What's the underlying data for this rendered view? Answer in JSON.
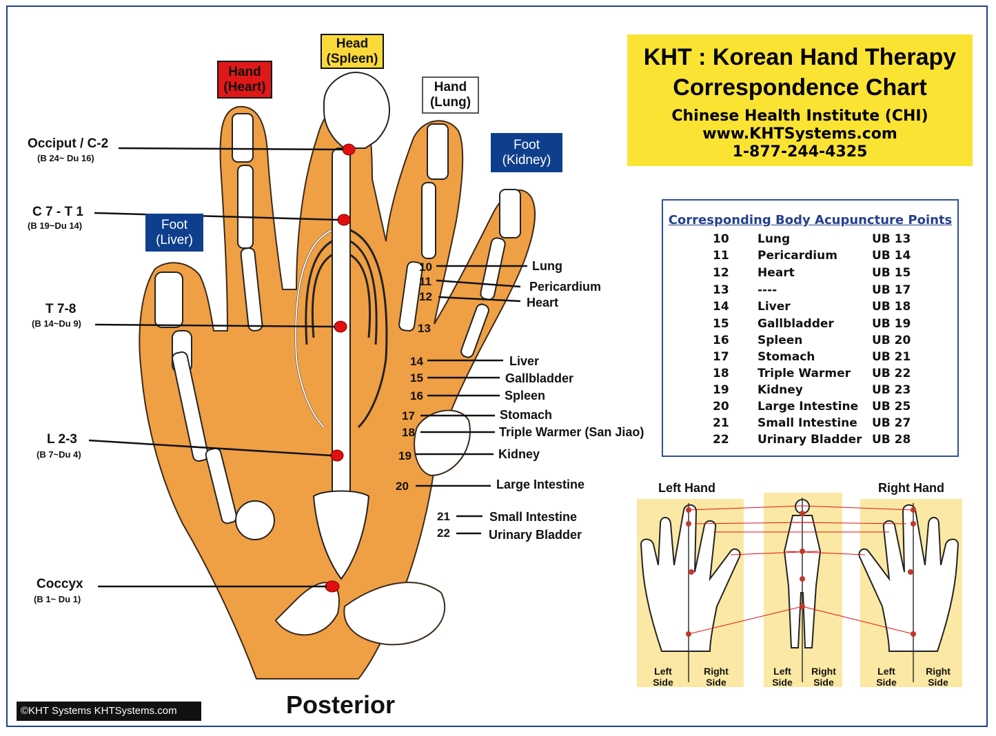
{
  "title": {
    "line1": "KHT : Korean Hand Therapy",
    "line2": "Correspondence Chart",
    "institute": "Chinese Health Institute (CHI)",
    "website": "www.KHTSystems.com",
    "phone": "1-877-244-4325"
  },
  "finger_boxes": {
    "head": [
      "Head",
      "(Spleen)"
    ],
    "hand_heart": [
      "Hand",
      "(Heart)"
    ],
    "hand_lung": [
      "Hand",
      "(Lung)"
    ],
    "foot_kidney": [
      "Foot",
      "(Kidney)"
    ],
    "foot_liver": [
      "Foot",
      "(Liver)"
    ]
  },
  "spine_points": [
    {
      "name": "Occiput / C-2",
      "sub": "(B 24~ Du 16)"
    },
    {
      "name": "C 7 - T 1",
      "sub": "(B 19~Du 14)"
    },
    {
      "name": "T 7-8",
      "sub": "(B 14~Du 9)"
    },
    {
      "name": "L 2-3",
      "sub": "(B 7~Du 4)"
    },
    {
      "name": "Coccyx",
      "sub": "(B 1~ Du 1)"
    }
  ],
  "organ_labels": [
    {
      "num": "10",
      "organ": "Lung"
    },
    {
      "num": "11",
      "organ": "Pericardium"
    },
    {
      "num": "12",
      "organ": "Heart"
    },
    {
      "num": "13",
      "organ": ""
    },
    {
      "num": "14",
      "organ": "Liver"
    },
    {
      "num": "15",
      "organ": "Gallbladder"
    },
    {
      "num": "16",
      "organ": "Spleen"
    },
    {
      "num": "17",
      "organ": "Stomach"
    },
    {
      "num": "18",
      "organ": "Triple Warmer (San Jiao)"
    },
    {
      "num": "19",
      "organ": "Kidney"
    },
    {
      "num": "20",
      "organ": "Large Intestine"
    },
    {
      "num": "21",
      "organ": "Small Intestine"
    },
    {
      "num": "22",
      "organ": "Urinary Bladder"
    }
  ],
  "table": {
    "heading": "Corresponding Body Acupuncture Points",
    "rows": [
      [
        "10",
        "Lung",
        "UB 13"
      ],
      [
        "11",
        "Pericardium",
        "UB 14"
      ],
      [
        "12",
        "Heart",
        "UB 15"
      ],
      [
        "13",
        "----",
        "UB 17"
      ],
      [
        "14",
        "Liver",
        "UB 18"
      ],
      [
        "15",
        "Gallbladder",
        "UB 19"
      ],
      [
        "16",
        "Spleen",
        "UB 20"
      ],
      [
        "17",
        "Stomach",
        "UB 21"
      ],
      [
        "18",
        "Triple Warmer",
        "UB 22"
      ],
      [
        "19",
        "Kidney",
        "UB 23"
      ],
      [
        "20",
        "Large Intestine",
        "UB 25"
      ],
      [
        "21",
        "Small Intestine",
        "UB 27"
      ],
      [
        "22",
        "Urinary Bladder",
        "UB 28"
      ]
    ]
  },
  "hands": {
    "left": "Left Hand",
    "right": "Right Hand",
    "left_side": [
      "Left",
      "Side"
    ],
    "right_side": [
      "Right",
      "Side"
    ]
  },
  "caption": "Posterior",
  "footer": "©KHT Systems  KHTSystems.com",
  "colors": {
    "skin": "#ef9f44",
    "hand_red": "#e01818",
    "head_yellow": "#fbd93a",
    "foot_blue": "#0f3f8c",
    "title_yellow": "#fbe334",
    "table_border": "#2d4fa0",
    "point_red": "#e11010"
  }
}
